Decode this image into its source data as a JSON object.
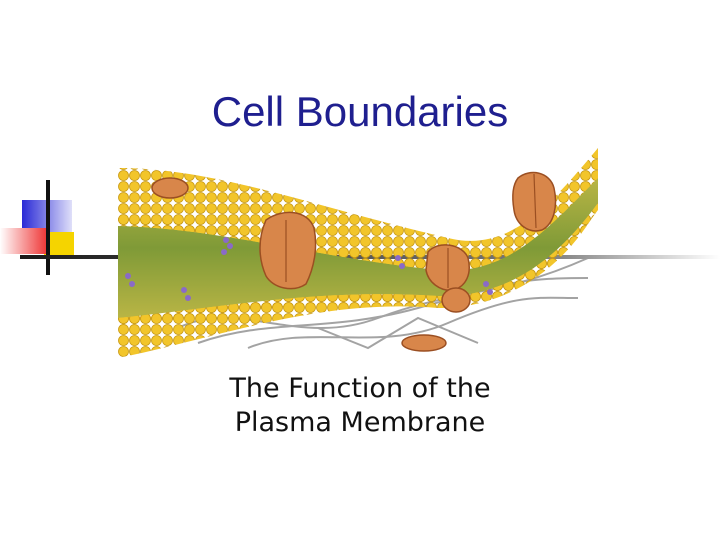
{
  "slide": {
    "title": "Cell Boundaries",
    "subtitle_line1": "The Function of the",
    "subtitle_line2": "Plasma Membrane"
  },
  "colors": {
    "title": "#1f1f8f",
    "accent_blue": "#2a2ad6",
    "accent_yellow": "#f5d400",
    "accent_red": "#ef3a3a",
    "membrane_head": "#f2c52a",
    "membrane_tail": "#8aa33a",
    "protein": "#d8864a"
  },
  "icons": {
    "decoration": "corner-squares-graphic",
    "illustration": "plasma-membrane-illustration"
  }
}
